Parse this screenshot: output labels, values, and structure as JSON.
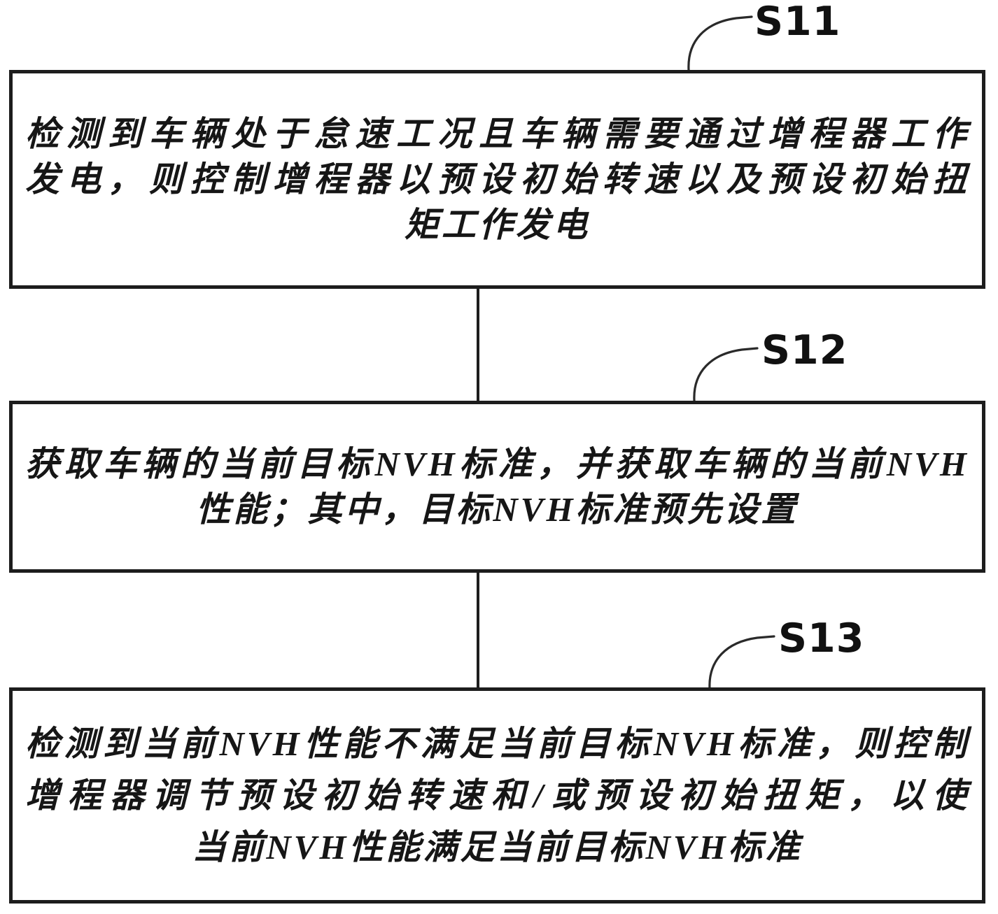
{
  "diagram": {
    "type": "flowchart",
    "background_color": "#ffffff",
    "ink_color": "#1d1d1d",
    "steps": [
      {
        "label": "S11",
        "lines": [
          "检测到车辆处于怠速工况且车辆需要通过增程器工作",
          "发电，则控制增程器以预设初始转速以及预设初始扭",
          "矩工作发电"
        ]
      },
      {
        "label": "S12",
        "lines": [
          "获取车辆的当前目标NVH标准，并获取车辆的当前NVH",
          "性能；其中，目标NVH标准预先设置"
        ]
      },
      {
        "label": "S13",
        "lines": [
          "检测到当前NVH性能不满足当前目标NVH标准，则控制",
          "增程器调节预设初始转速和/或预设初始扭矩，以使",
          "当前NVH性能满足当前目标NVH标准"
        ]
      }
    ]
  }
}
